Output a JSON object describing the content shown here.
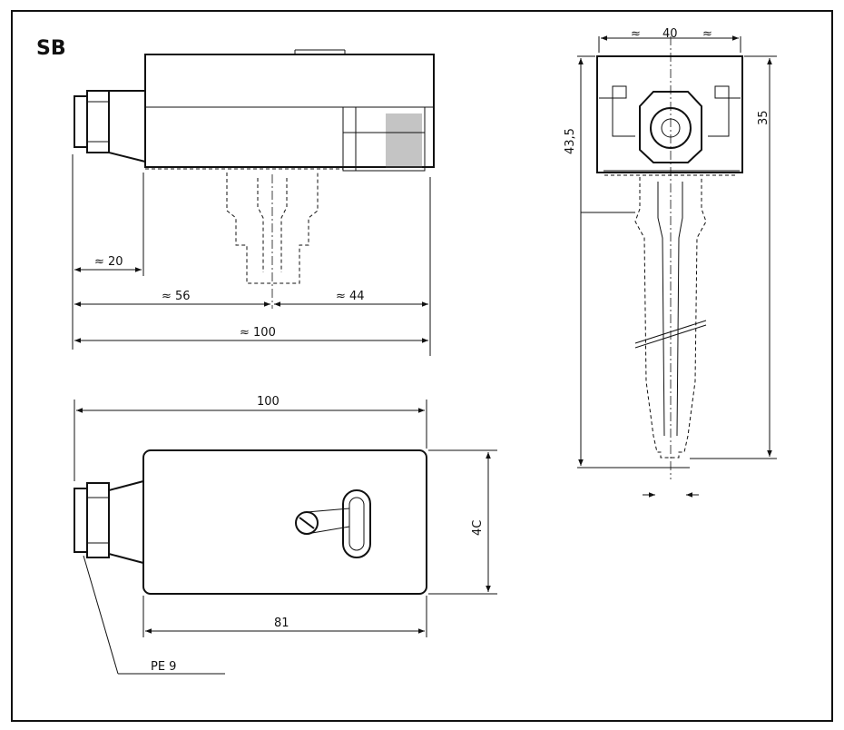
{
  "title": "SB",
  "side_view": {
    "dim_20": "≈ 20",
    "dim_56": "≈ 56",
    "dim_44": "≈ 44",
    "dim_100": "≈ 100"
  },
  "end_view": {
    "dim_40_prefix": "≈",
    "dim_40_value": "40",
    "dim_40_suffix": "≈",
    "dim_43_5": "43,5",
    "dim_35": "35"
  },
  "top_view": {
    "dim_100": "100",
    "dim_40": "4C",
    "dim_81": "81",
    "connector_label": "PE 9"
  }
}
